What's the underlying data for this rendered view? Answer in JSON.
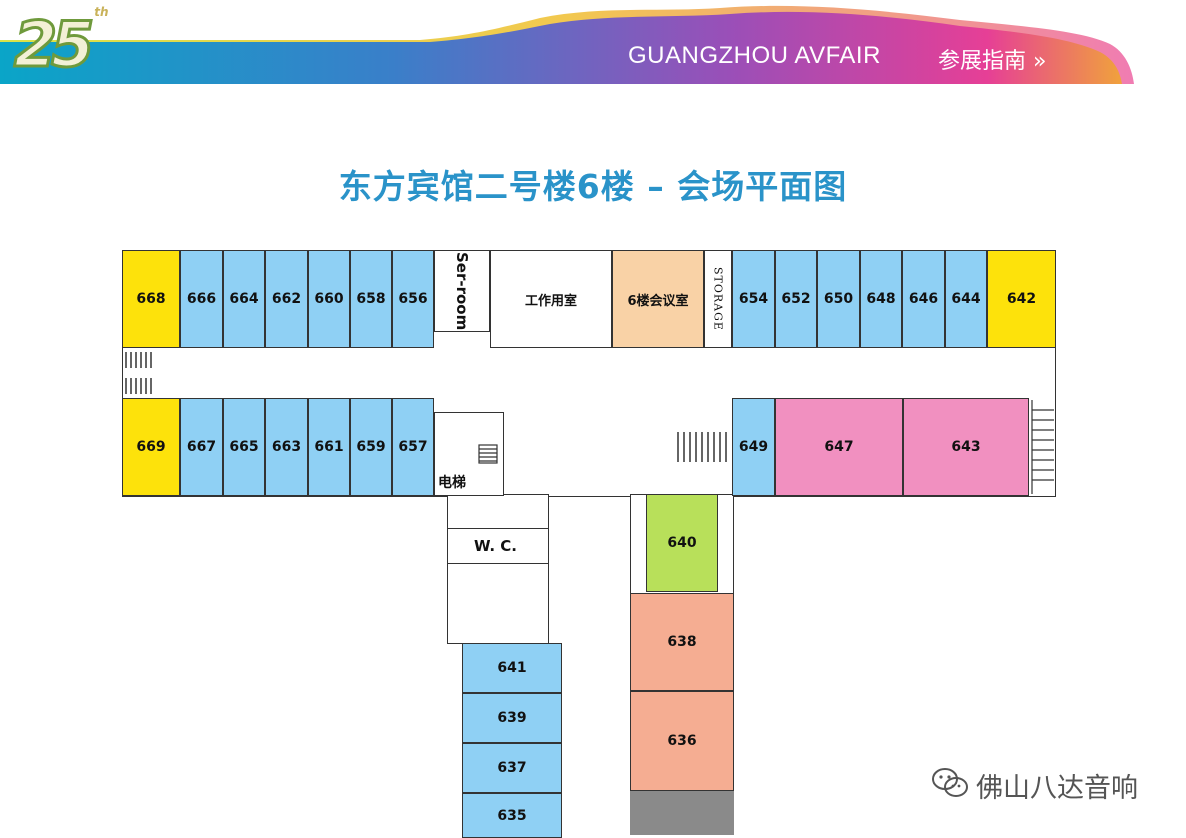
{
  "header": {
    "logo_number": "25",
    "logo_suffix": "th",
    "brand": "GUANGZHOU AVFAIR",
    "guide_link": "参展指南 »",
    "colors": {
      "gradient": [
        "#0aa5c8",
        "#3a7fc9",
        "#9a4fb8",
        "#e63f96",
        "#f0a23c",
        "#d9e24a"
      ]
    }
  },
  "title": "东方宾馆二号楼6楼 – 会场平面图",
  "north_wing": {
    "rooms_left": [
      "668",
      "666",
      "664",
      "662",
      "660",
      "658",
      "656"
    ],
    "service_room": "Ser-room",
    "office": "工作用室",
    "meeting_room": "6楼会议室",
    "storage": "STORAGE",
    "rooms_right": [
      "654",
      "652",
      "650",
      "648",
      "646",
      "644",
      "642"
    ]
  },
  "south_wing": {
    "rooms_left": [
      "669",
      "667",
      "665",
      "663",
      "661",
      "659",
      "657"
    ],
    "elevator": "电梯",
    "rooms_right": [
      "649",
      "647",
      "643"
    ]
  },
  "west_tower": {
    "wc": "W. C.",
    "rooms": [
      "641",
      "639",
      "637",
      "635"
    ]
  },
  "east_tower": {
    "rooms": [
      "640",
      "638",
      "636"
    ]
  },
  "colors": {
    "guest_room": "#8fd0f4",
    "corner_room": "#fde20b",
    "hall": "#f190c0",
    "east_room": "#f5ad92",
    "room_640": "#b8e05a",
    "meeting": "#f9d2a6",
    "title": "#2a93c9"
  },
  "watermark": {
    "icon": "wechat-icon",
    "text": "佛山八达音响"
  }
}
